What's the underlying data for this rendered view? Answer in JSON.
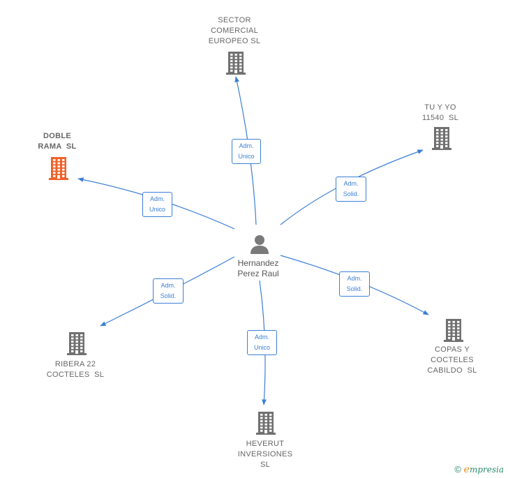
{
  "center": {
    "name": "Hernandez\nPerez Raul"
  },
  "companies": [
    {
      "id": "sector",
      "name": "SECTOR\nCOMERCIAL\nEUROPEO SL",
      "color": "#707070",
      "highlight": false
    },
    {
      "id": "tuyyo",
      "name": "TU Y YO\n11540  SL",
      "color": "#707070",
      "highlight": false
    },
    {
      "id": "doble",
      "name": "DOBLE\nRAMA  SL",
      "color": "#f0622a",
      "highlight": true
    },
    {
      "id": "ribera",
      "name": "RIBERA 22\nCOCTELES  SL",
      "color": "#707070",
      "highlight": false
    },
    {
      "id": "heverut",
      "name": "HEVERUT\nINVERSIONES\nSL",
      "color": "#707070",
      "highlight": false
    },
    {
      "id": "copas",
      "name": "COPAS Y\nCOCTELES\nCABILDO  SL",
      "color": "#707070",
      "highlight": false
    }
  ],
  "edges": [
    {
      "to": "sector",
      "label": "Adm.\nUnico"
    },
    {
      "to": "tuyyo",
      "label": "Adm.\nSolid."
    },
    {
      "to": "doble",
      "label": "Adm.\nUnico"
    },
    {
      "to": "ribera",
      "label": "Adm.\nSolid."
    },
    {
      "to": "heverut",
      "label": "Adm.\nUnico"
    },
    {
      "to": "copas",
      "label": "Adm.\nSolid."
    }
  ],
  "colors": {
    "edge": "#3b7fd4",
    "person": "#7a7a7a"
  },
  "footer": {
    "copyright_symbol": "©",
    "brand_first": "e",
    "brand_rest": "mpresia"
  }
}
